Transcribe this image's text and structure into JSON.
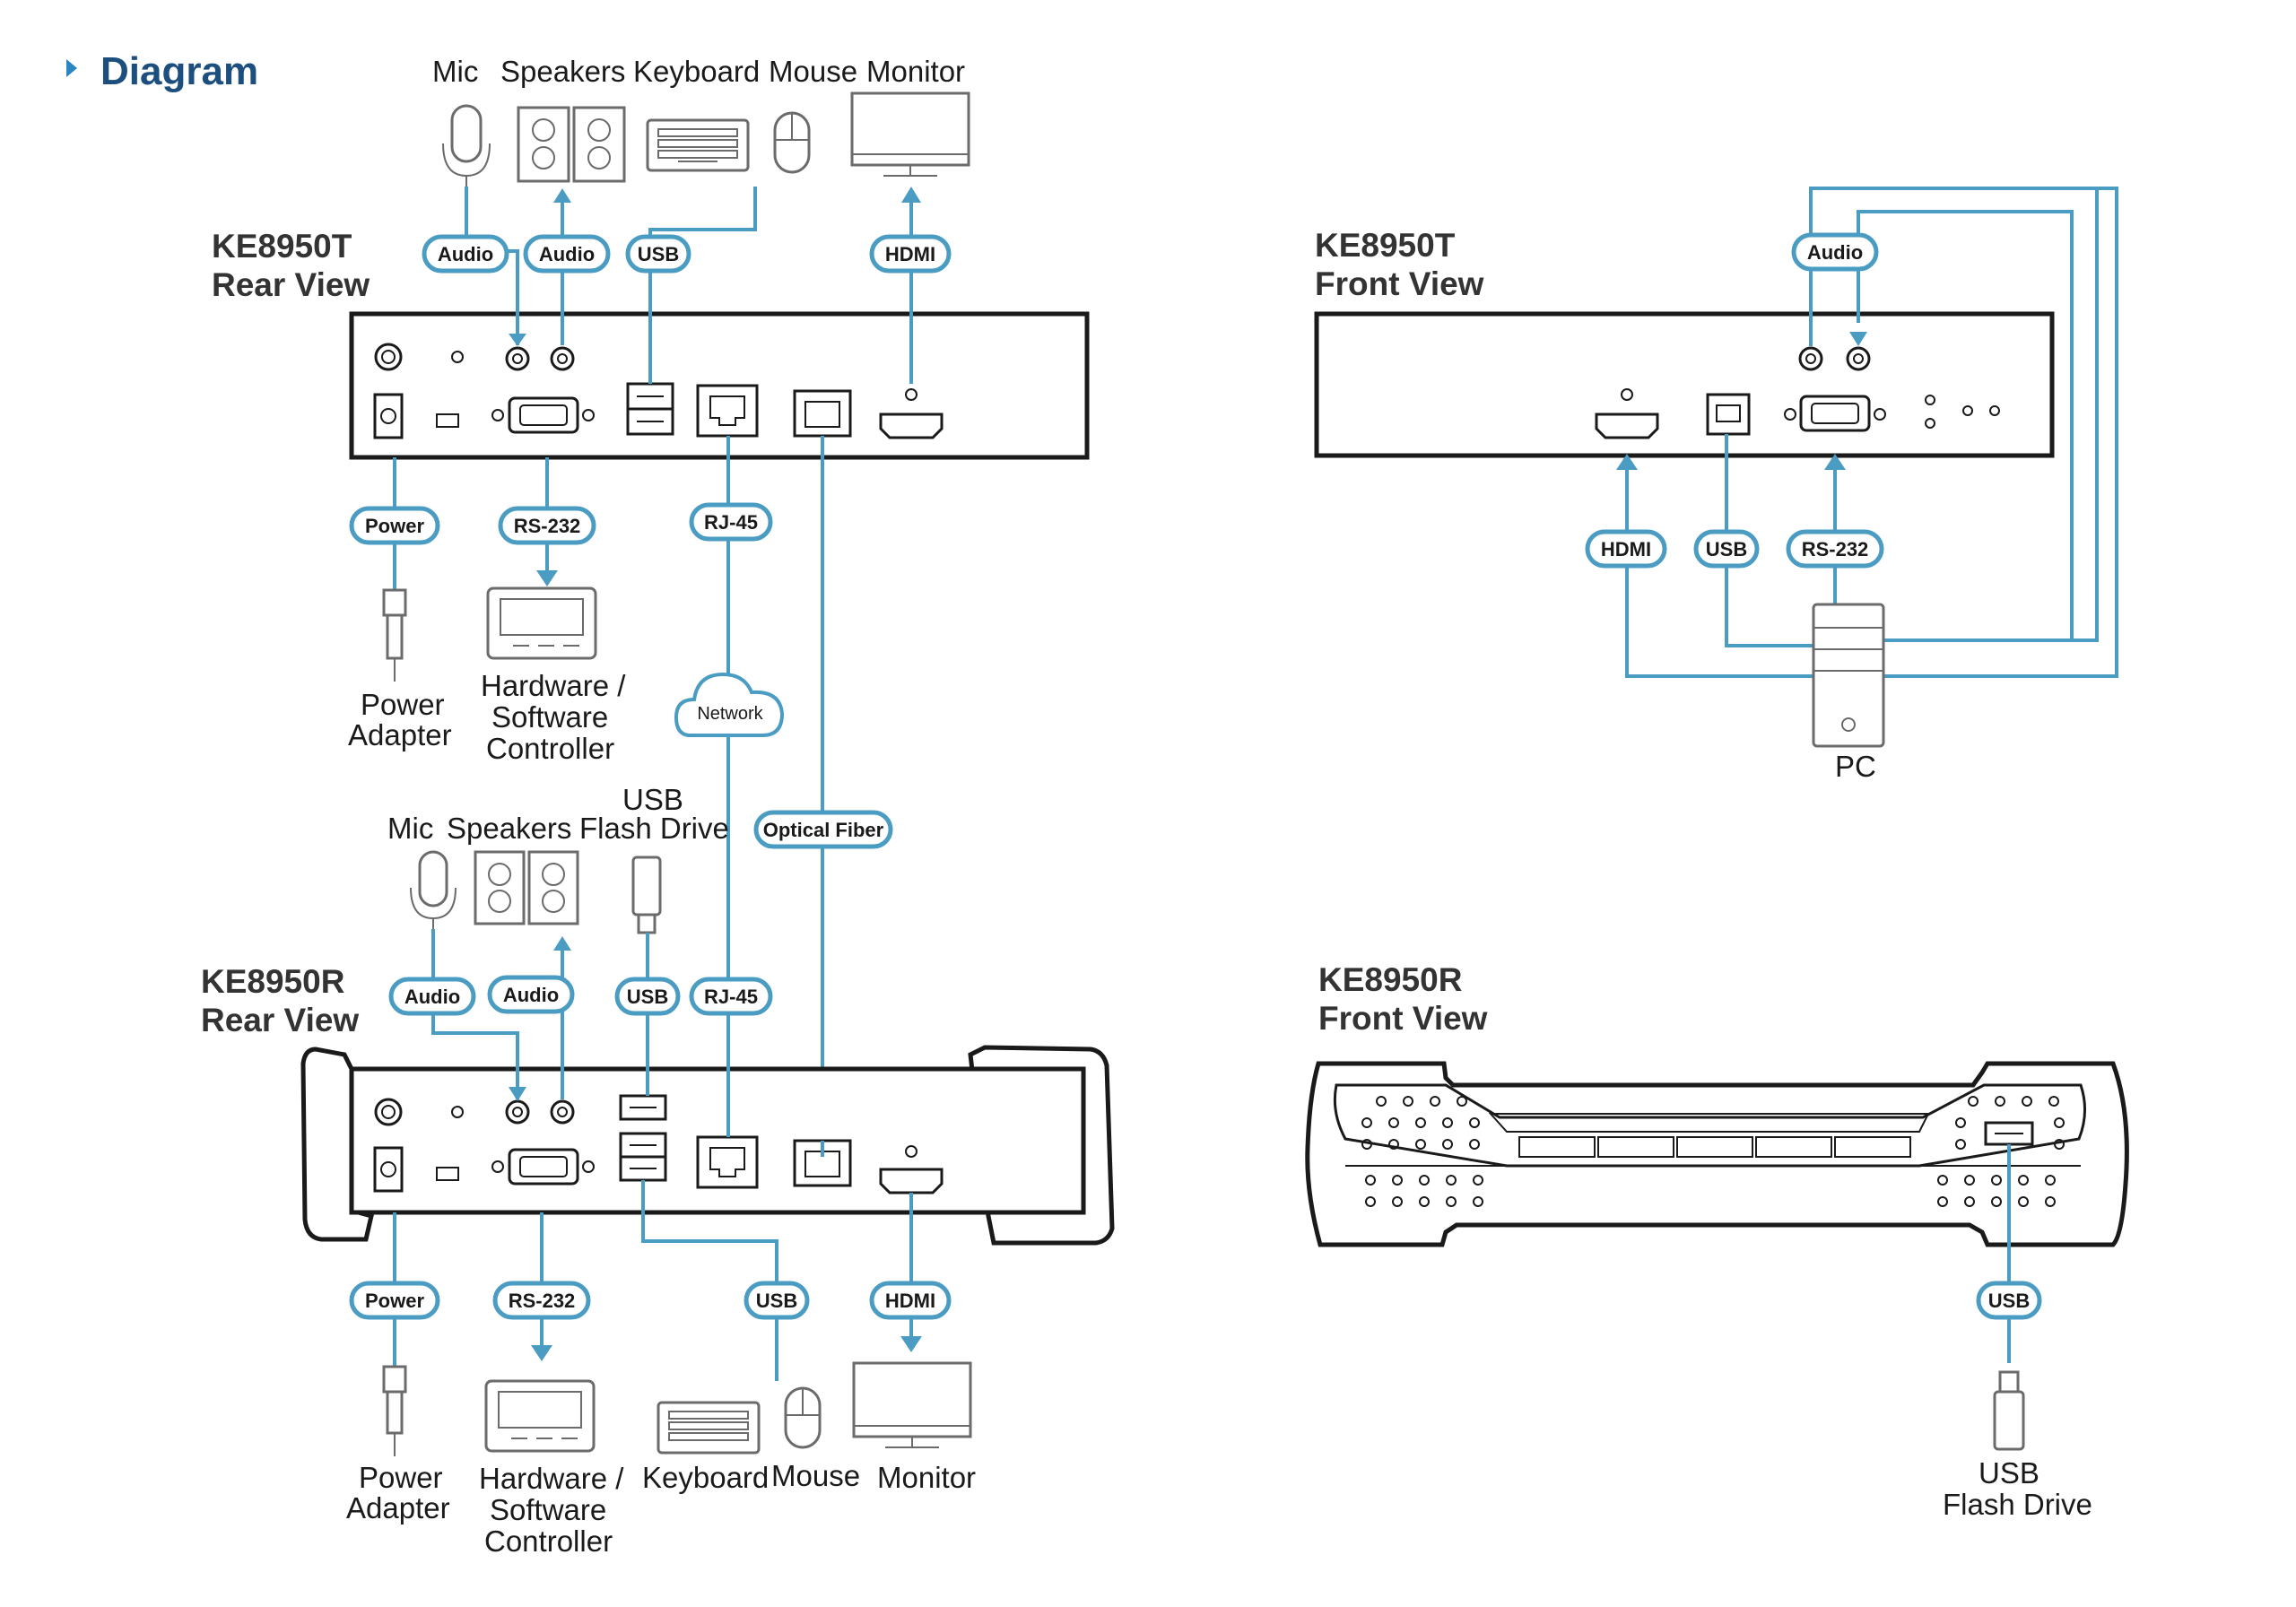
{
  "heading": "Diagram",
  "devices": {
    "tx_rear": {
      "line1": "KE8950T",
      "line2": "Rear View"
    },
    "tx_front": {
      "line1": "KE8950T",
      "line2": "Front View"
    },
    "rx_rear": {
      "line1": "KE8950R",
      "line2": "Rear View"
    },
    "rx_front": {
      "line1": "KE8950R",
      "line2": "Front View"
    }
  },
  "tx_rear_labels": {
    "mic": "Mic",
    "speakers": "Speakers",
    "keyboard": "Keyboard",
    "mouse": "Mouse",
    "monitor": "Monitor",
    "power_adapter_1": "Power",
    "power_adapter_2": "Adapter",
    "controller_1": "Hardware /",
    "controller_2": "Software",
    "controller_3": "Controller"
  },
  "rx_rear_labels": {
    "mic": "Mic",
    "speakers": "Speakers",
    "usb_flash_1": "USB",
    "usb_flash_2": "Flash Drive",
    "power_adapter_1": "Power",
    "power_adapter_2": "Adapter",
    "controller_1": "Hardware /",
    "controller_2": "Software",
    "controller_3": "Controller",
    "keyboard": "Keyboard",
    "mouse": "Mouse",
    "monitor": "Monitor"
  },
  "tx_front_labels": {
    "pc": "PC"
  },
  "rx_front_labels": {
    "usb_flash_1": "USB",
    "usb_flash_2": "Flash Drive"
  },
  "network_label": "Network",
  "connections": {
    "audio": "Audio",
    "usb": "USB",
    "hdmi": "HDMI",
    "power": "Power",
    "rs232": "RS-232",
    "rj45": "RJ-45",
    "optical_fiber": "Optical Fiber"
  },
  "colors": {
    "wire": "#4b9cc2",
    "heading": "#1c4f7e",
    "outline": "#1a1a1a"
  }
}
